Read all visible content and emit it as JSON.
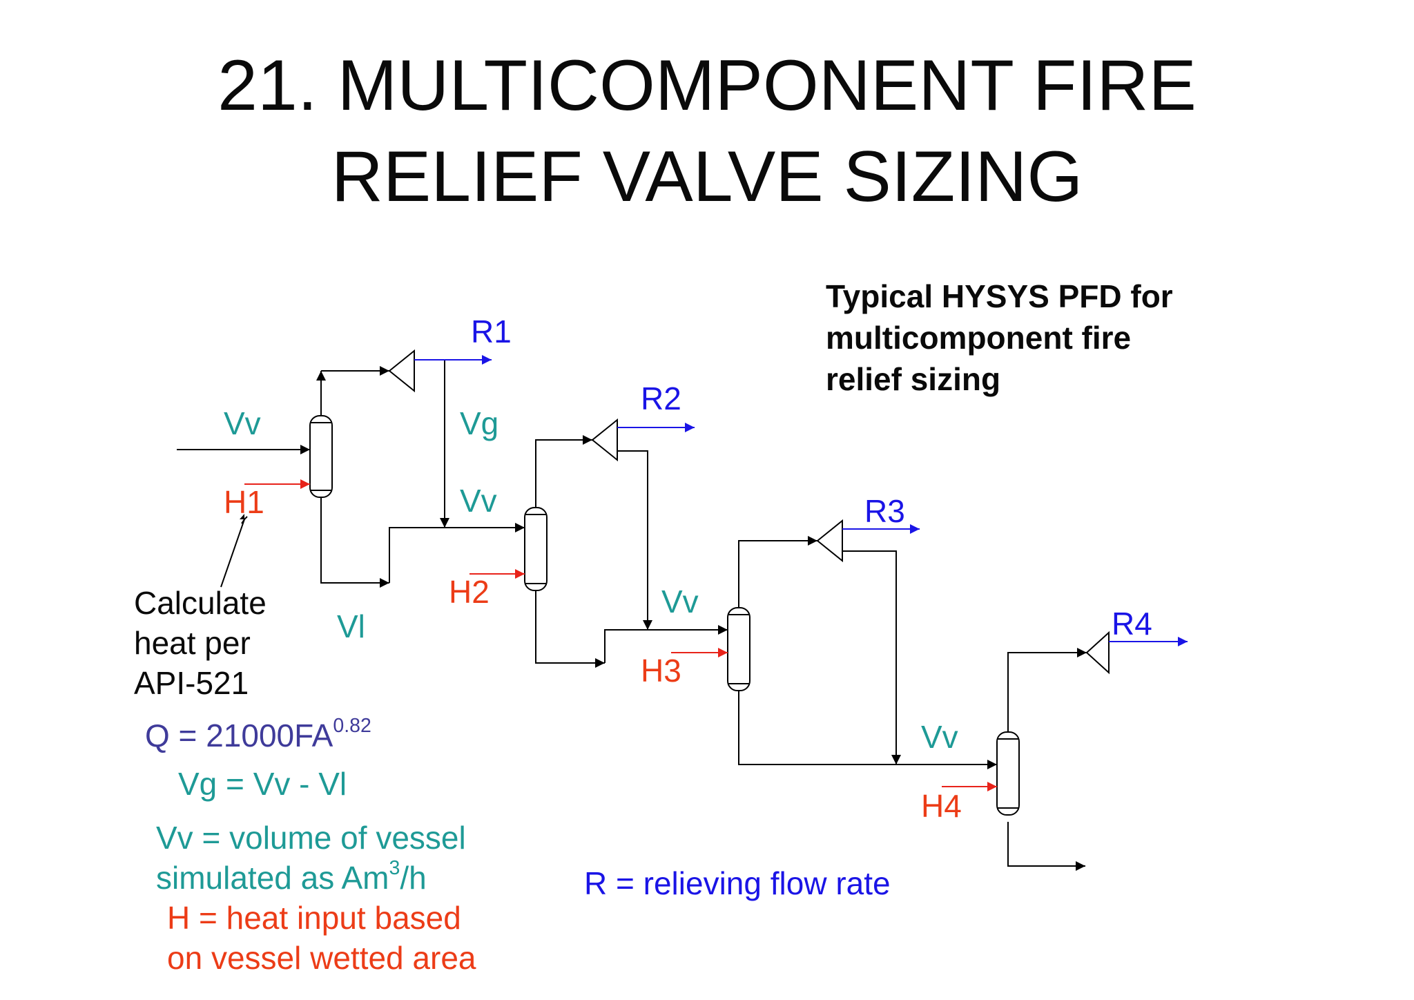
{
  "title": {
    "line1": "21.  MULTICOMPONENT FIRE",
    "line2": "RELIEF VALVE SIZING"
  },
  "caption": {
    "line1": "Typical HYSYS PFD for",
    "line2": "multicomponent fire",
    "line3": "relief sizing"
  },
  "streams": {
    "r1": "R1",
    "r2": "R2",
    "r3": "R3",
    "r4": "R4",
    "h1": "H1",
    "h2": "H2",
    "h3": "H3",
    "h4": "H4",
    "vv_in": "Vv",
    "vv_2": "Vv",
    "vv_3": "Vv",
    "vv_4": "Vv",
    "vg": "Vg",
    "vl": "Vl"
  },
  "notes": {
    "calc_line1": "Calculate",
    "calc_line2": "heat per",
    "calc_line3": "API-521",
    "q_formula": "Q = 21000FA",
    "q_exponent": "0.82",
    "vg_formula": "Vg = Vv - Vl",
    "vv_def_line1": "Vv = volume of vessel",
    "vv_def_line2_pre": "simulated as Am",
    "vv_def_line2_sup": "3",
    "vv_def_line2_post": "/h",
    "h_def_line1": "H = heat input based",
    "h_def_line2": "on vessel wetted area",
    "r_def": "R = relieving flow rate"
  },
  "colors": {
    "process_lines": "#000000",
    "heat_streams": "#ec3c17",
    "relief_streams": "#1a14e6",
    "volume_labels": "#1e9a96",
    "formula": "#3f3b9a"
  }
}
